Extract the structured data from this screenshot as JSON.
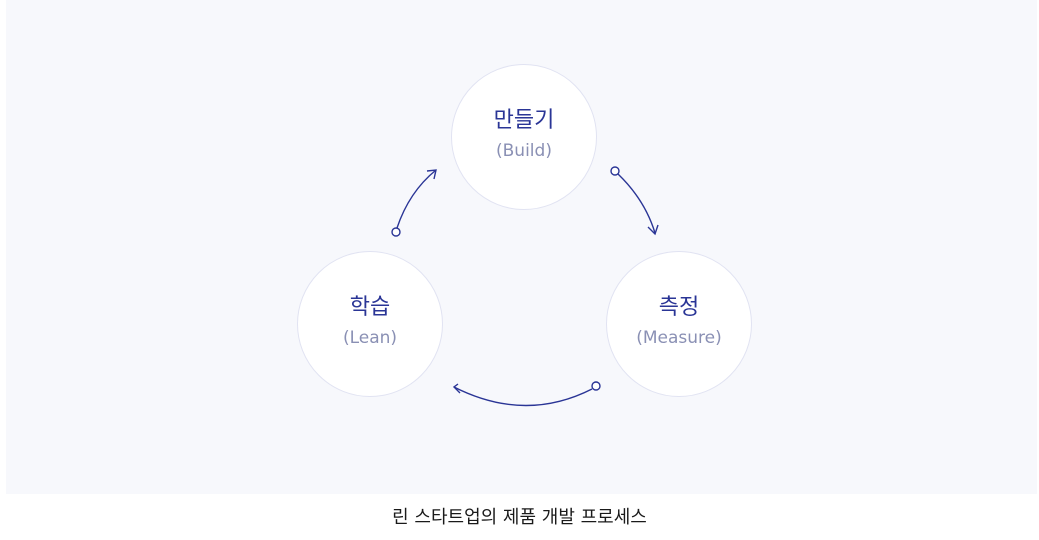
{
  "diagram": {
    "nodes": [
      {
        "id": "build",
        "title": "만들기",
        "subtitle": "(Build)"
      },
      {
        "id": "measure",
        "title": "측정",
        "subtitle": "(Measure)"
      },
      {
        "id": "learn",
        "title": "학습",
        "subtitle": "(Lean)"
      }
    ],
    "edges": [
      {
        "from": "build",
        "to": "measure"
      },
      {
        "from": "measure",
        "to": "learn"
      },
      {
        "from": "learn",
        "to": "build"
      }
    ],
    "colors": {
      "title": "#2a3596",
      "subtitle": "#8a90b4",
      "arrow": "#2a3596",
      "circle_border": "#e1e3f2",
      "background": "#f7f8fc"
    }
  },
  "caption": "린 스타트업의 제품 개발 프로세스"
}
